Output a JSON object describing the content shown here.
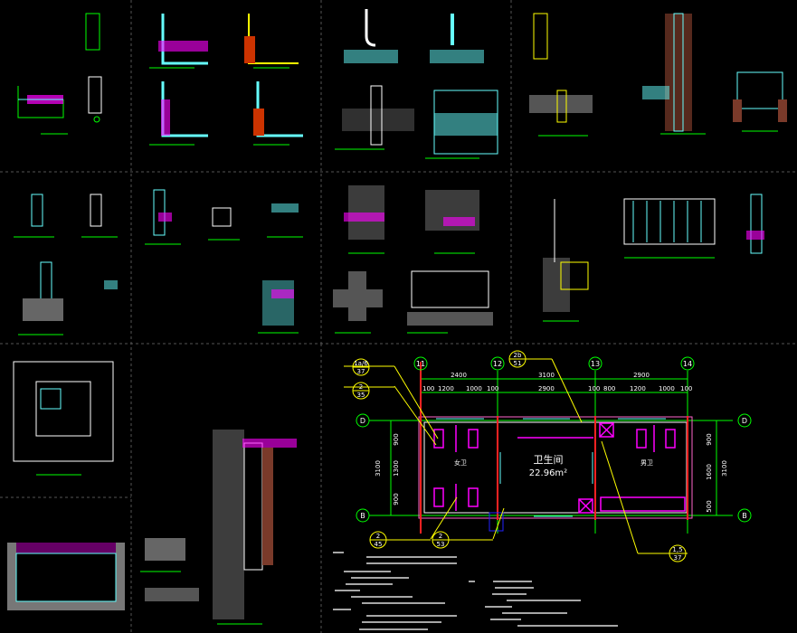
{
  "colors": {
    "background": "#000000",
    "grid": "#00ff00",
    "wall": "#ff2020",
    "fixture": "#ff00ff",
    "window": "#66ffff",
    "leader": "#ffff00",
    "text": "#ffffff"
  },
  "plan": {
    "axes_x": [
      "11",
      "12",
      "13",
      "14"
    ],
    "axes_y": [
      "D",
      "B"
    ],
    "dims_top_overall": [
      "2400",
      "3100",
      "2900"
    ],
    "dims_top_detail": [
      "100",
      "1200",
      "1000",
      "100",
      "2900",
      "100",
      "800",
      "1200",
      "1000",
      "100"
    ],
    "dims_left": [
      "900",
      "1300",
      "900"
    ],
    "dims_left_total": "3100",
    "dims_right": [
      "900",
      "1600",
      "500"
    ],
    "dims_right_total": "3100",
    "room_name": "卫生间",
    "room_area": "22.96m²",
    "left_room": "女卫",
    "right_room": "男卫",
    "callouts": [
      {
        "top": "1a/6",
        "bottom": "37"
      },
      {
        "top": "2",
        "bottom": "35"
      },
      {
        "top": "2b",
        "bottom": "51"
      },
      {
        "top": "2",
        "bottom": "45"
      },
      {
        "top": "2",
        "bottom": "53"
      },
      {
        "top": "1,5",
        "bottom": "37"
      }
    ]
  }
}
